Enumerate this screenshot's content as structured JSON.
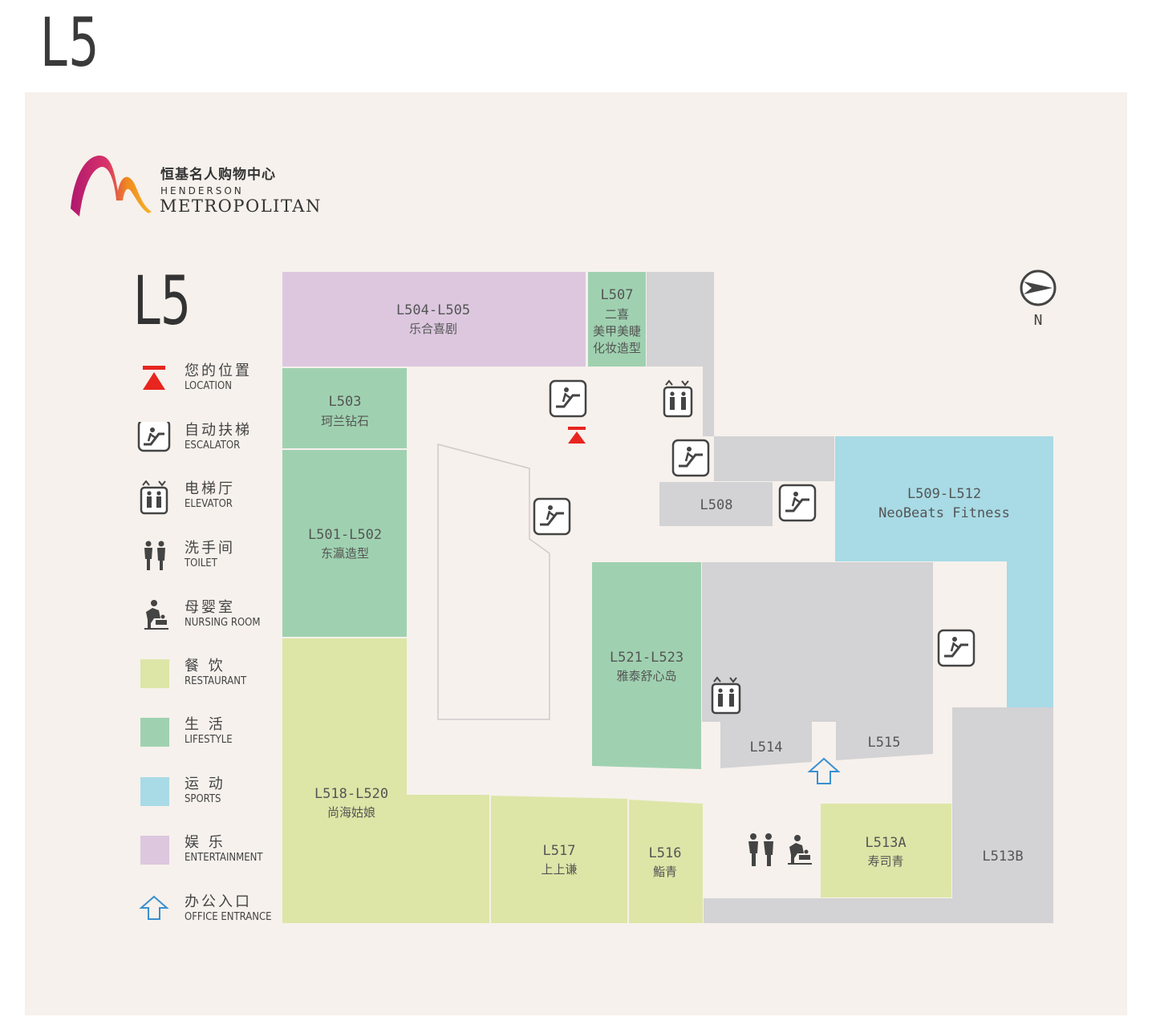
{
  "page_floor": "L5",
  "logo": {
    "cn": "恒基名人购物中心",
    "en_line1": "HENDERSON",
    "en_line2": "METROPOLITAN"
  },
  "legend": {
    "floor": "L5",
    "items": [
      {
        "cn": "您的位置",
        "en": "LOCATION",
        "icon": "location-marker-icon"
      },
      {
        "cn": "自动扶梯",
        "en": "ESCALATOR",
        "icon": "escalator-icon"
      },
      {
        "cn": "电梯厅",
        "en": "ELEVATOR",
        "icon": "elevator-icon"
      },
      {
        "cn": "洗手间",
        "en": "TOILET",
        "icon": "toilet-icon"
      },
      {
        "cn": "母婴室",
        "en": "NURSING ROOM",
        "icon": "nursing-room-icon"
      },
      {
        "cn": "餐 饮",
        "en": "RESTAURANT",
        "color": "#dde6a7"
      },
      {
        "cn": "生 活",
        "en": "LIFESTYLE",
        "color": "#9fd1b0"
      },
      {
        "cn": "运 动",
        "en": "SPORTS",
        "color": "#a8dbe6"
      },
      {
        "cn": "娱 乐",
        "en": "ENTERTAINMENT",
        "color": "#dcc7df"
      },
      {
        "cn": "办公入口",
        "en": "OFFICE ENTRANCE",
        "icon": "office-entrance-arrow-icon"
      }
    ]
  },
  "colors": {
    "restaurant": "#dde6a7",
    "lifestyle": "#9fd1b0",
    "sports": "#a8dbe6",
    "entertainment": "#dcc7df",
    "service": "#d3d2d4",
    "location": "#e8251f",
    "entrance": "#3a8fd0"
  },
  "units": {
    "l504": {
      "code": "L504-L505",
      "name": "乐合喜剧"
    },
    "l507": {
      "code": "L507",
      "name1": "二喜",
      "name2": "美甲美睫",
      "name3": "化妆造型"
    },
    "l503": {
      "code": "L503",
      "name": "珂兰钻石"
    },
    "l501": {
      "code": "L501-L502",
      "name": "东瀛造型"
    },
    "l518": {
      "code": "L518-L520",
      "name": "尚海姑娘"
    },
    "l517": {
      "code": "L517",
      "name": "上上谦"
    },
    "l516": {
      "code": "L516",
      "name": "鮨青"
    },
    "l508": {
      "code": "L508"
    },
    "l509": {
      "code": "L509-L512",
      "name": "NeoBeats Fitness"
    },
    "l521": {
      "code": "L521-L523",
      "name": "雅泰舒心岛"
    },
    "l514": {
      "code": "L514"
    },
    "l515": {
      "code": "L515"
    },
    "l513a": {
      "code": "L513A",
      "name": "寿司青"
    },
    "l513b": {
      "code": "L513B"
    }
  },
  "compass": {
    "label": "N"
  }
}
